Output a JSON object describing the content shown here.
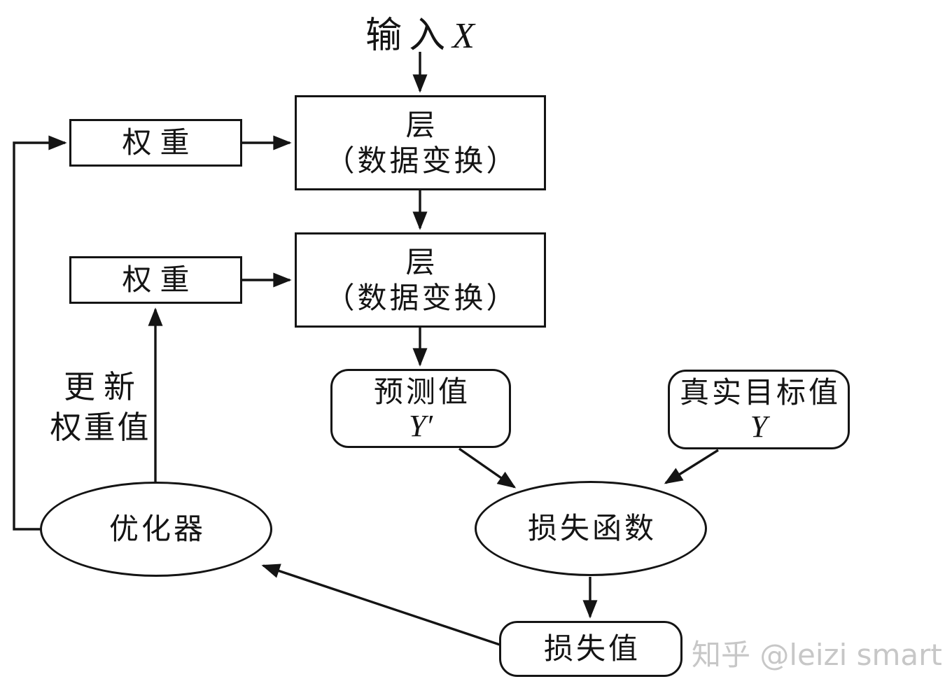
{
  "diagram_title": "deep-learning-training-loop",
  "colors": {
    "ink": "#141414",
    "background": "#ffffff",
    "watermark": "#c7c7c7"
  },
  "nodes": {
    "input": {
      "prefix": "输入",
      "var": "X"
    },
    "weight_top": {
      "label": "权重"
    },
    "weight_bottom": {
      "label": "权重"
    },
    "layer_top": {
      "line1": "层",
      "line2": "（数据变换）"
    },
    "layer_bottom": {
      "line1": "层",
      "line2": "（数据变换）"
    },
    "prediction": {
      "label": "预测值",
      "var": "Y′"
    },
    "target": {
      "label": "真实目标值",
      "var": "Y"
    },
    "loss_function": {
      "label": "损失函数"
    },
    "loss_value": {
      "label": "损失值"
    },
    "optimizer": {
      "label": "优化器"
    },
    "update_note": {
      "line1": "更新",
      "line2": "权重值"
    }
  },
  "watermark": {
    "text": "知乎 @leizi smart"
  },
  "edges": [
    {
      "from": "input",
      "to": "layer-top"
    },
    {
      "from": "weight-top",
      "to": "layer-top"
    },
    {
      "from": "layer-top",
      "to": "layer-bottom"
    },
    {
      "from": "weight-bottom",
      "to": "layer-bottom"
    },
    {
      "from": "layer-bottom",
      "to": "prediction"
    },
    {
      "from": "prediction",
      "to": "loss-function"
    },
    {
      "from": "target",
      "to": "loss-function"
    },
    {
      "from": "loss-function",
      "to": "loss-value"
    },
    {
      "from": "loss-value",
      "to": "optimizer"
    },
    {
      "from": "optimizer",
      "to": "weight-bottom"
    },
    {
      "from": "optimizer",
      "to": "weight-top"
    }
  ]
}
